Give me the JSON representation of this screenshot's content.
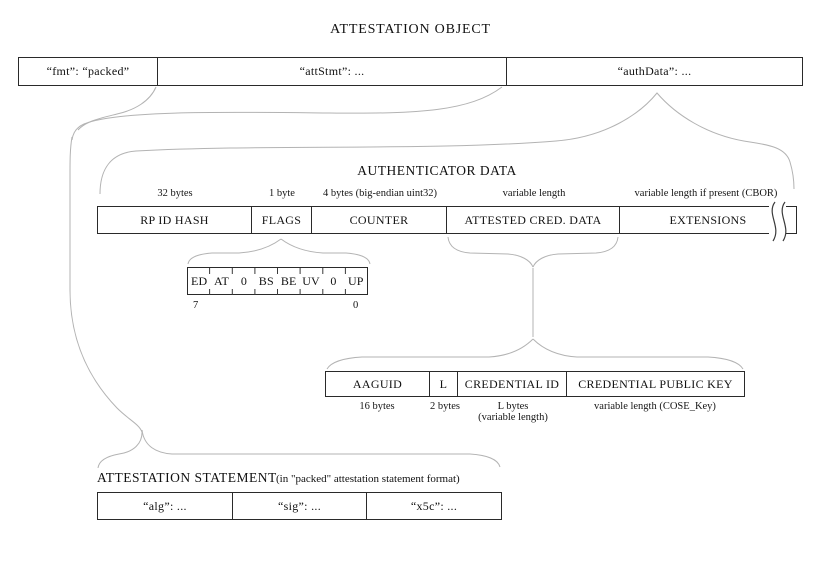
{
  "title": "ATTESTATION OBJECT",
  "attestation_object": {
    "fmt_label": "“fmt”: “packed”",
    "att_stmt_label": "“attStmt”: ...",
    "auth_data_label": "“authData”: ..."
  },
  "authenticator_data": {
    "heading": "AUTHENTICATOR DATA",
    "fields": [
      {
        "label": "RP ID HASH",
        "size_note": "32 bytes"
      },
      {
        "label": "FLAGS",
        "size_note": "1 byte"
      },
      {
        "label": "COUNTER",
        "size_note": "4 bytes (big-endian uint32)"
      },
      {
        "label": "ATTESTED CRED. DATA",
        "size_note": "variable length"
      },
      {
        "label": "EXTENSIONS",
        "size_note": "variable length if present (CBOR)"
      }
    ]
  },
  "flags_detail": {
    "bits": [
      "ED",
      "AT",
      "0",
      "BS",
      "BE",
      "UV",
      "0",
      "UP"
    ],
    "high_bit_index": "7",
    "low_bit_index": "0"
  },
  "attested_credential_data": {
    "fields": [
      {
        "label": "AAGUID",
        "size_note": "16 bytes"
      },
      {
        "label": "L",
        "size_note": "2 bytes"
      },
      {
        "label": "CREDENTIAL ID",
        "size_note": "L bytes",
        "size_note_2": "(variable length)"
      },
      {
        "label": "CREDENTIAL PUBLIC KEY",
        "size_note": "variable length (COSE_Key)"
      }
    ]
  },
  "attestation_statement": {
    "heading": "ATTESTATION STATEMENT",
    "format_note": "(in \"packed\" attestation statement format)",
    "fields": [
      {
        "label": "“alg”: ..."
      },
      {
        "label": "“sig”: ..."
      },
      {
        "label": "“x5c”: ..."
      }
    ]
  },
  "colors": {
    "connector_line": "#b3b3b3",
    "box_border": "#2a2a2a",
    "text": "#111111",
    "background": "#ffffff"
  }
}
